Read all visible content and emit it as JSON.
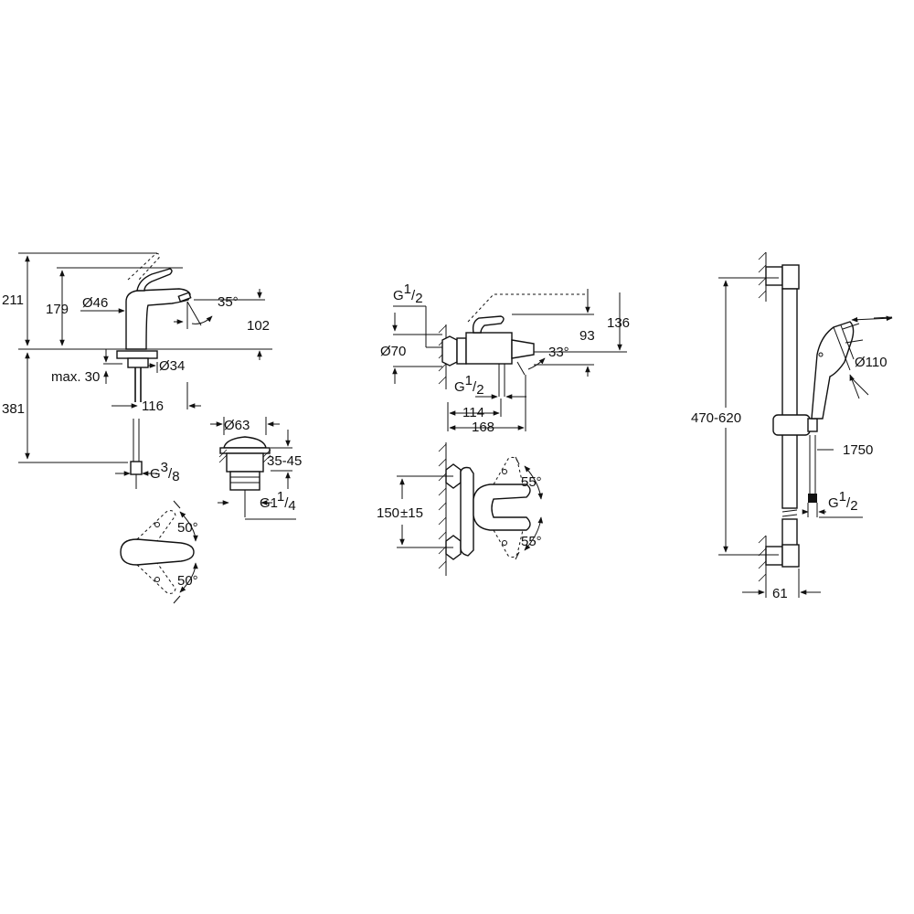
{
  "basin_mixer": {
    "h_211": "211",
    "h_179": "179",
    "dia_46": "Ø46",
    "angle_35": "35°",
    "h_102": "102",
    "dia_34": "Ø34",
    "max_30": "max. 30",
    "reach_116": "116",
    "h_381": "381",
    "thread_g": "G",
    "thread_g_sup": "3",
    "thread_g_sub": "8",
    "waste_dia_63": "Ø63",
    "waste_35_45": "35-45",
    "waste_thread": "G1",
    "waste_thread_sup": "1",
    "waste_thread_sub": "4",
    "lever_angle_top": "50°",
    "lever_angle_bottom": "50°"
  },
  "bath_mixer": {
    "thread_g": "G",
    "thread_g_sup": "1",
    "thread_g_sub": "2",
    "dia_70": "Ø70",
    "h_93": "93",
    "h_136": "136",
    "angle_33": "33°",
    "thread_g2": "G",
    "thread_g2_sup": "1",
    "thread_g2_sub": "2",
    "w_114": "114",
    "w_168": "168",
    "centres": "150",
    "centres_tol": "±15",
    "lever_angle_top": "55°",
    "lever_angle_bottom": "55°"
  },
  "shower_rail": {
    "h_470_620": "470-620",
    "dia_110": "Ø110",
    "hose_1750": "1750",
    "thread_g": "G",
    "thread_g_sup": "1",
    "thread_g_sub": "2",
    "w_61": "61"
  }
}
